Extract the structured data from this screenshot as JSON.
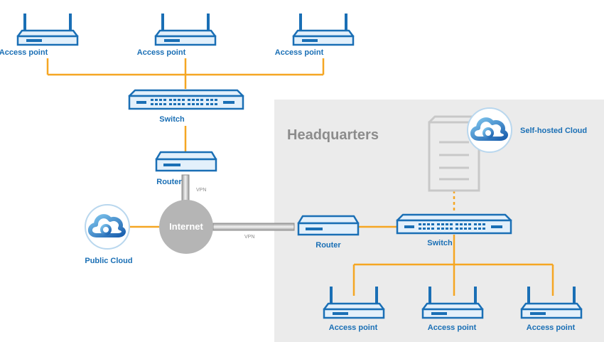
{
  "labels": {
    "access_point": "Access point",
    "switch": "Switch",
    "router": "Router",
    "internet": "Internet",
    "vpn": "VPN",
    "public_cloud": "Public Cloud",
    "self_hosted_cloud": "Self-hosted Cloud",
    "headquarters": "Headquarters"
  },
  "colors": {
    "device_blue": "#1a6fb5",
    "device_fill": "#e3f0fb",
    "link_orange": "#f5a623",
    "hq_background": "#ebebeb",
    "internet_grey": "#b5b5b5",
    "label_blue": "#1a6fb5"
  },
  "icons": [
    "access-point-icon",
    "switch-icon",
    "router-icon",
    "cloud-icon",
    "server-icon",
    "globe-icon"
  ]
}
